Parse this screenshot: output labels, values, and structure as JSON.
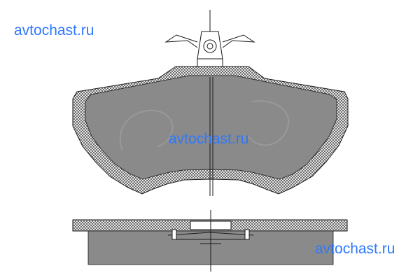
{
  "watermarks": {
    "top_left": "avtochast.ru",
    "center": "avtochast.ru",
    "bottom_right": "avtochast.ru"
  },
  "colors": {
    "watermark": "#2e78ff",
    "friction_material": "#8a8a8a",
    "backing_plate_hatch": "#3a3a3a",
    "outline": "#1a1a1a",
    "background": "#ffffff"
  },
  "views": [
    "front-view",
    "side-view"
  ]
}
